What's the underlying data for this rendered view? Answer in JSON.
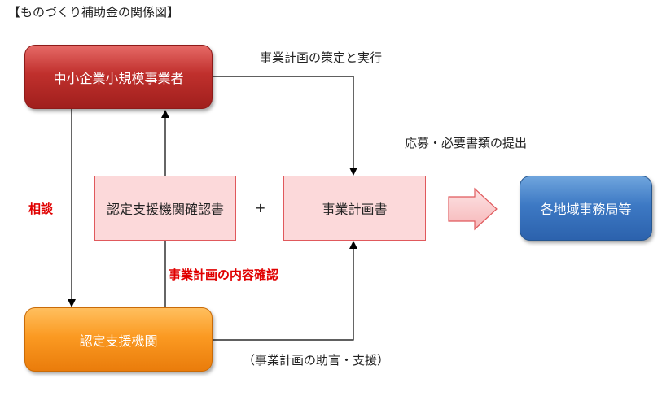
{
  "title": "【ものづくり補助金の関係図】",
  "nodes": {
    "applicant": "中小企業小規模事業者",
    "support_org": "認定支援機関",
    "certificate": "認定支援機関確認書",
    "plus": "+",
    "business_plan": "事業計画書",
    "regional_office": "各地域事務局等"
  },
  "labels": {
    "plan_and_execute": "事業計画の策定と実行",
    "apply_docs": "応募・必要書類の提出",
    "consult": "相談",
    "content_check": "事業計画の内容確認",
    "advice_support": "（事業計画の助言・支援）"
  },
  "colors": {
    "applicant": "#c0302d",
    "support_org": "#fb9a22",
    "document": "#fcd9da",
    "regional_office": "#3d79c4",
    "emphasis_text": "#e00000"
  }
}
